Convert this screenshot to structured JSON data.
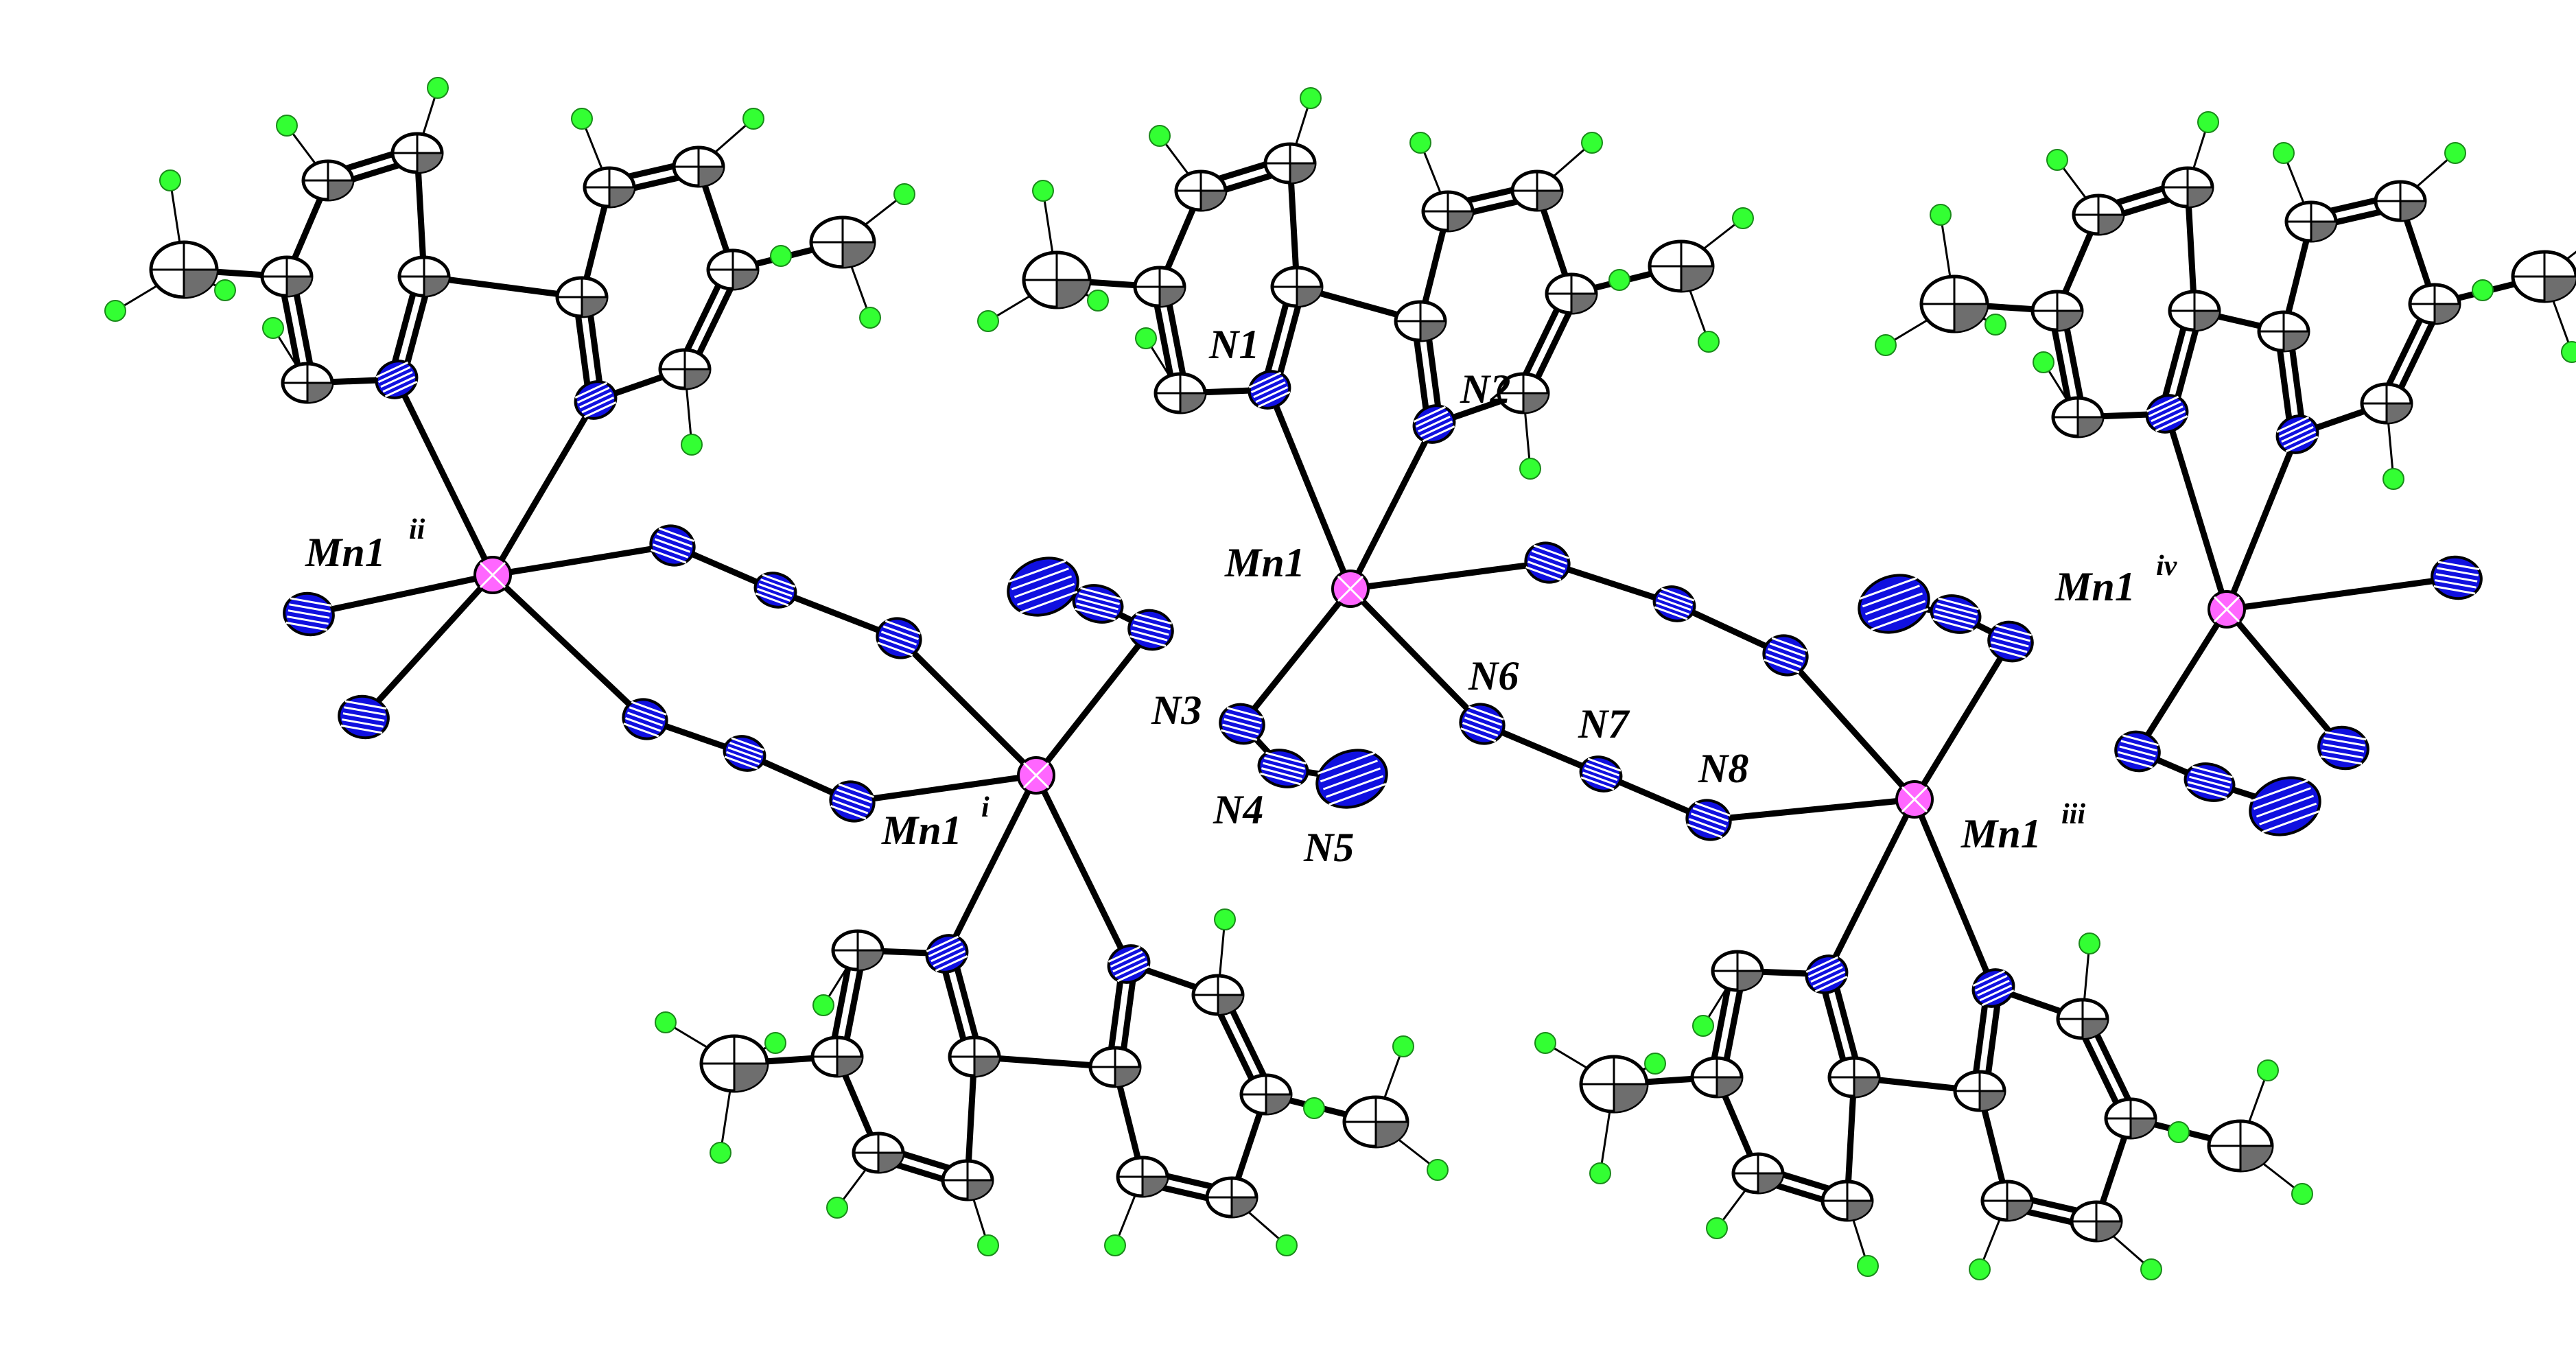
{
  "labels": {
    "mn1": "Mn1",
    "mn1_i": "Mn1",
    "mn1_i_sup": "i",
    "mn1_ii": "Mn1",
    "mn1_ii_sup": "ii",
    "mn1_iii": "Mn1",
    "mn1_iii_sup": "iii",
    "mn1_iv": "Mn1",
    "mn1_iv_sup": "iv",
    "n1": "N1",
    "n2": "N2",
    "n3": "N3",
    "n4": "N4",
    "n5": "N5",
    "n6": "N6",
    "n7": "N7",
    "n8": "N8"
  },
  "colors": {
    "manganese": "#ff66ff",
    "nitrogen": "#1010e0",
    "carbon": "#ffffff",
    "hydrogen": "#33ff33",
    "bond": "#000000"
  }
}
